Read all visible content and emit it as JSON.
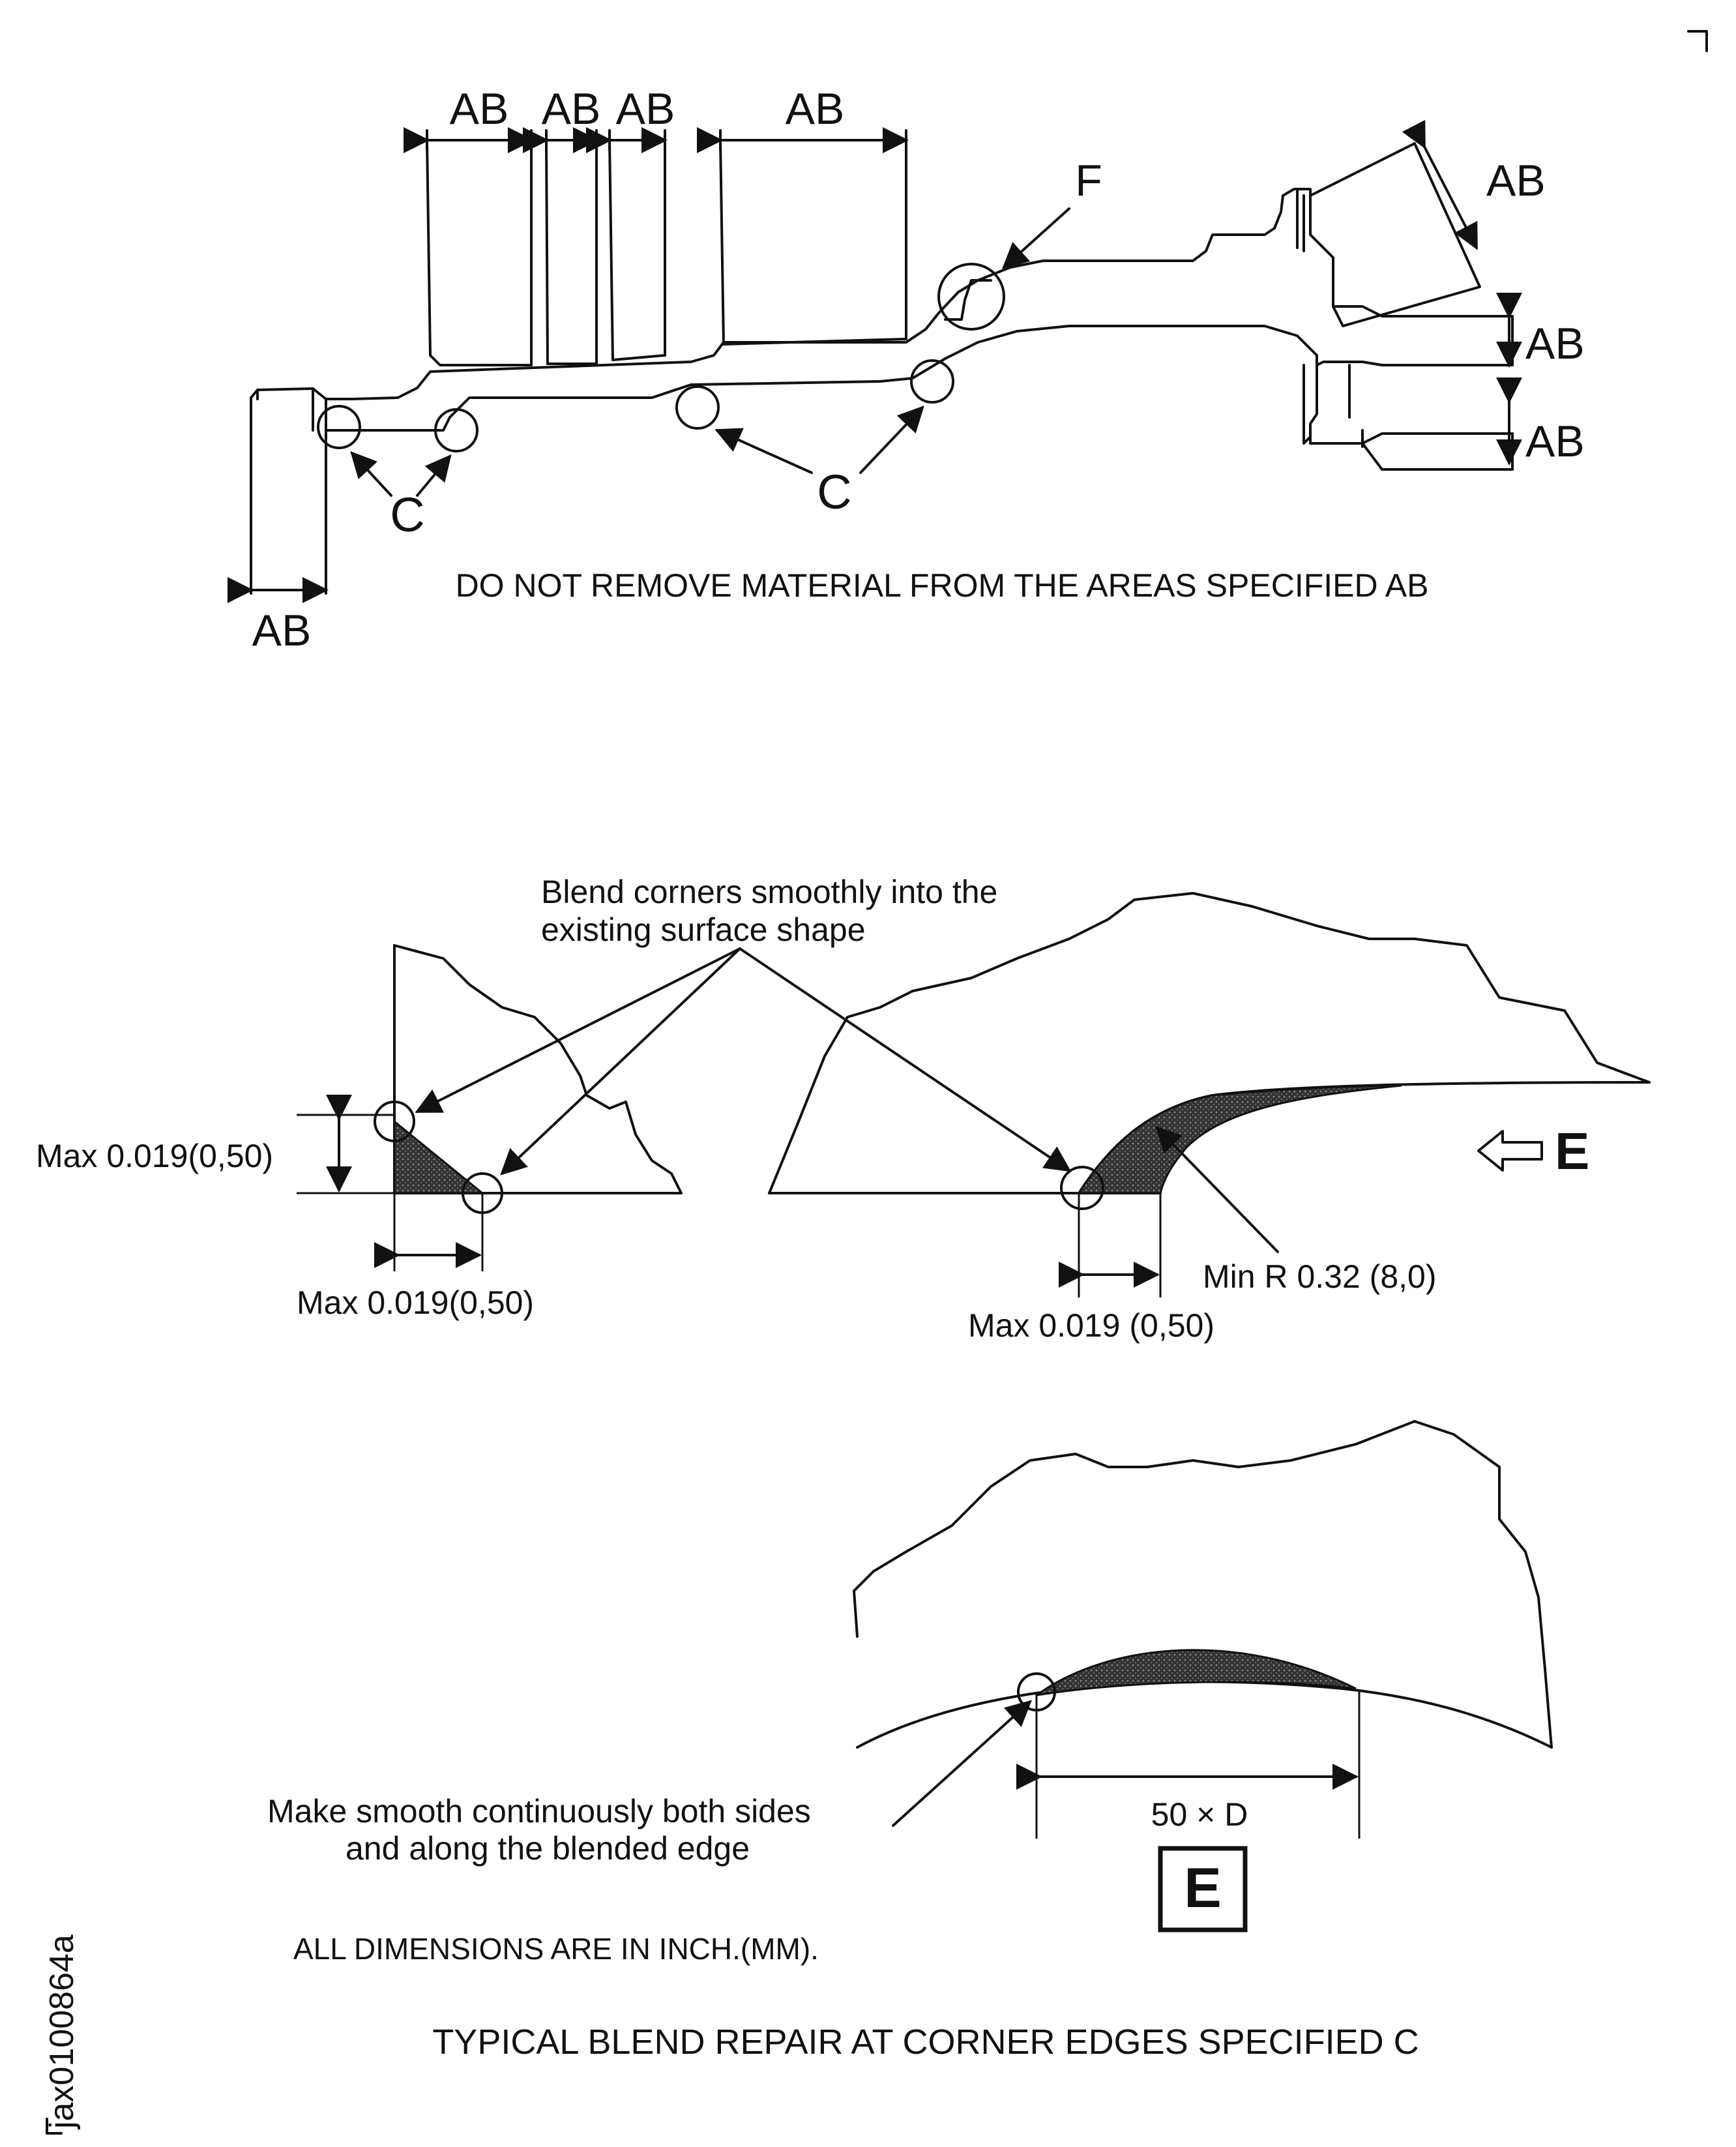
{
  "labels": {
    "ab": "AB",
    "f": "F",
    "c": "C",
    "e": "E",
    "notice_ab": "DO NOT REMOVE MATERIAL FROM THE AREAS SPECIFIED AB",
    "blend_corners_1": "Blend corners smoothly into the",
    "blend_corners_2": "existing surface shape",
    "max_vert": "Max 0.019(0,50)",
    "max_horiz": "Max 0.019(0,50)",
    "max_right": "Max 0.019 (0,50)",
    "min_radius": "Min R 0.32 (8,0)",
    "make_smooth_1": "Make smooth continuously both sides",
    "make_smooth_2": "and along the blended edge",
    "fifty_d": "50 × D",
    "dimensions_note": "ALL DIMENSIONS ARE IN INCH.(MM).",
    "bottom_title": "TYPICAL BLEND REPAIR AT CORNER EDGES SPECIFIED C",
    "figure_id": "jax0100864a"
  }
}
